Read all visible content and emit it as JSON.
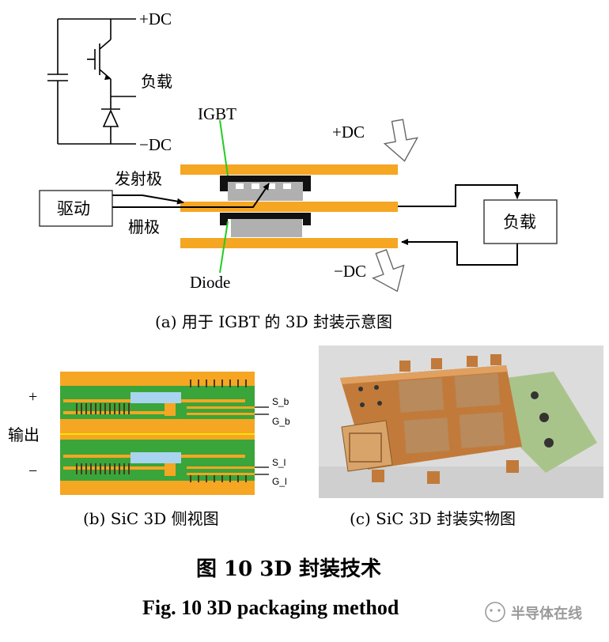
{
  "panel_a": {
    "label_plus_dc_top": "+DC",
    "label_load_top": "负载",
    "label_minus_dc_top": "−DC",
    "label_igbt": "IGBT",
    "label_plus_dc": "+DC",
    "label_emitter": "发射极",
    "label_drive": "驱动",
    "label_gate": "栅极",
    "label_load": "负载",
    "label_diode": "Diode",
    "label_minus_dc": "−DC",
    "caption": "(a)  用于 IGBT 的 3D 封装示意图"
  },
  "panel_b": {
    "label_plus": "+",
    "label_output": "输出",
    "label_minus": "−",
    "label_s_b": "S_b",
    "label_g_b": "G_b",
    "label_s_l": "S_l",
    "label_g_l": "G_l",
    "caption": "(b)  SiC 3D 侧视图"
  },
  "panel_c": {
    "caption": "(c)  SiC 3D 封装实物图"
  },
  "figure": {
    "title_cn": "图 10    3D 封装技术",
    "title_en": "Fig. 10    3D packaging method"
  },
  "watermark": {
    "text": "半导体在线"
  },
  "colors": {
    "copper": "#f5a623",
    "green": "#3aa53a",
    "light_blue": "#a9d4f0",
    "black": "#000000",
    "gray": "#b0b0b0"
  }
}
